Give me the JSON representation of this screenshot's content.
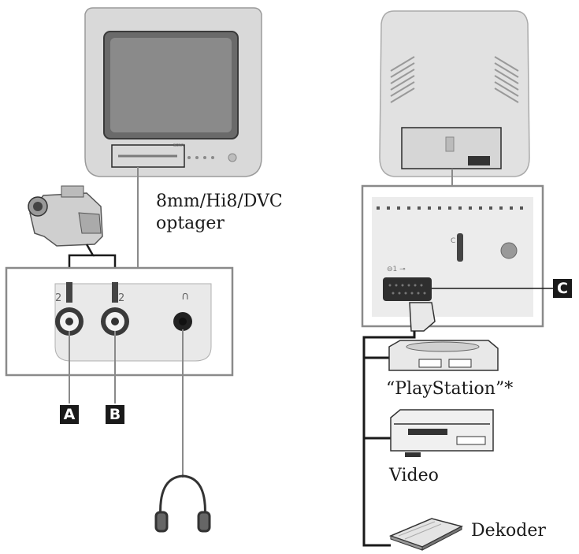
{
  "labels": {
    "camcorder": "8mm/Hi8/DVC\noptager",
    "playstation": "“PlayStation”*",
    "video": "Video",
    "decoder": "Dekoder"
  },
  "callouts": {
    "a": "A",
    "b": "B",
    "c": "C"
  },
  "jack_labels": {
    "input1": "2",
    "input2": "2"
  },
  "colors": {
    "line": "#1a1a1a",
    "panel_border": "#8a8a8a",
    "device": "#d8d8d8",
    "panel_bg": "#e9e9e9"
  }
}
